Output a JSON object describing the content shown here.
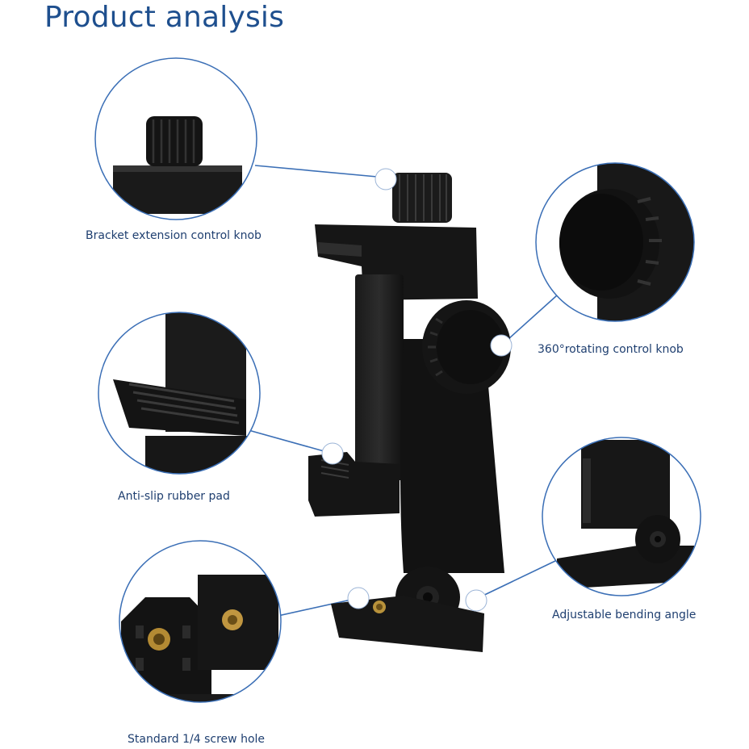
{
  "title": "Product analysis",
  "accent_color": "#3b6fb6",
  "labels": {
    "bracket_knob": "Bracket extension control knob",
    "rotating_knob": "360°rotating control knob",
    "rubber_pad": "Anti-slip rubber pad",
    "bending_angle": "Adjustable bending angle",
    "screw_hole": "Standard 1/4 screw hole"
  }
}
